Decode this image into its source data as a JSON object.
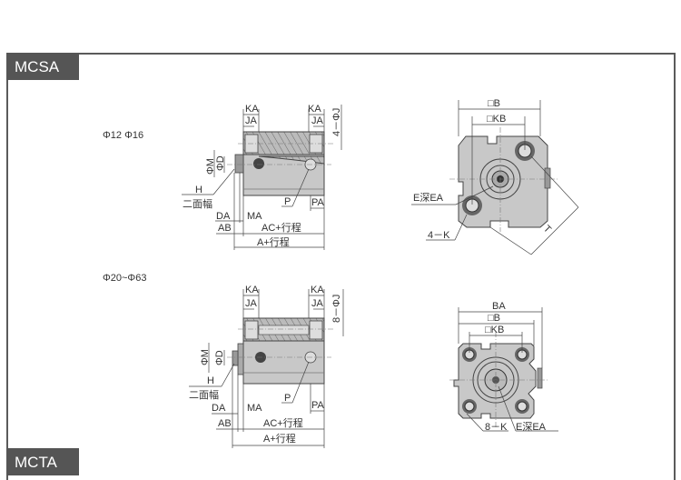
{
  "sections": [
    {
      "title": "MCSA"
    },
    {
      "title": "MCTA"
    }
  ],
  "groups": [
    {
      "size_label": "Φ12 Φ16",
      "side_view": {
        "ka_left": "KA",
        "ka_right": "KA",
        "ja_left": "JA",
        "ja_right": "JA",
        "j": "4－ΦJ",
        "m": "ΦM",
        "d": "ΦD",
        "h": "H",
        "width_across": "二面幅",
        "da": "DA",
        "ma": "MA",
        "ab": "AB",
        "ac": "AC+行程",
        "a": "A+行程",
        "p": "P",
        "pa": "PA"
      },
      "front_view": {
        "b": "□B",
        "kb": "□KB",
        "e": "E深EA",
        "k": "4－K",
        "t": "T"
      }
    },
    {
      "size_label": "Φ20~Φ63",
      "side_view": {
        "ka_left": "KA",
        "ka_right": "KA",
        "ja_left": "JA",
        "ja_right": "JA",
        "j": "8－ΦJ",
        "m": "ΦM",
        "d": "ΦD",
        "h": "H",
        "width_across": "二面幅",
        "da": "DA",
        "ma": "MA",
        "ab": "AB",
        "ac": "AC+行程",
        "a": "A+行程",
        "p": "P",
        "pa": "PA"
      },
      "front_view": {
        "ba": "BA",
        "b": "□B",
        "kb": "□KB",
        "k": "8－K",
        "e": "E深EA"
      }
    }
  ]
}
